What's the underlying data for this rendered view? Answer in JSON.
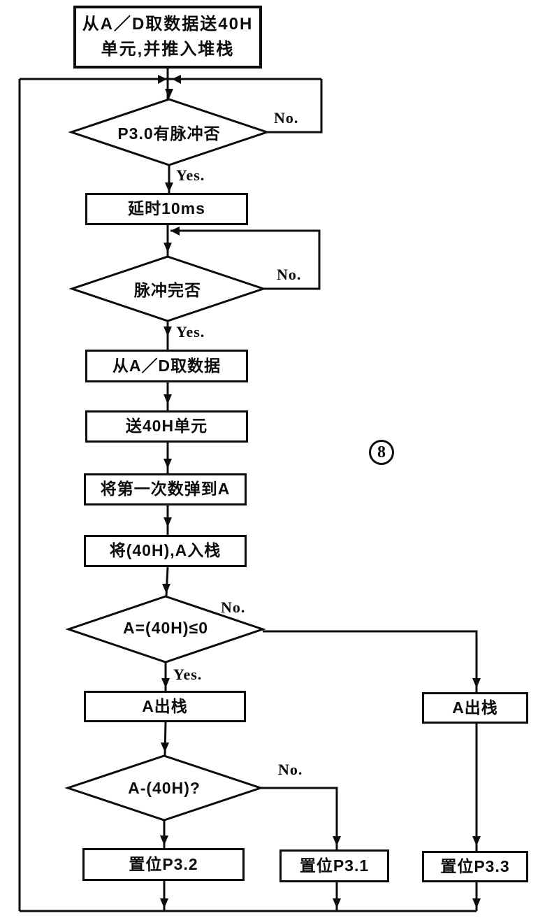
{
  "figure": {
    "badge": "8"
  },
  "branch_labels": {
    "yes": "Yes.",
    "no": "No."
  },
  "nodes": {
    "start": {
      "line1": "从A／D取数据送40H",
      "line2": "单元,并推入堆栈"
    },
    "d1": {
      "label": "P3.0有脉冲否"
    },
    "delay": {
      "label": "延时10ms"
    },
    "d2": {
      "label": "脉冲完否"
    },
    "read_ad": {
      "label": "从A／D取数据"
    },
    "store_40h": {
      "label": "送40H单元"
    },
    "pop_first": {
      "label": "将第一次数弹到A"
    },
    "push_40h_a": {
      "label": "将(40H),A入栈"
    },
    "d3": {
      "label": "A=(40H)≤0"
    },
    "pop_a_left": {
      "label": "A出栈"
    },
    "pop_a_right": {
      "label": "A出栈"
    },
    "d4": {
      "label": "A-(40H)?"
    },
    "set_p32": {
      "label": "置位P3.2"
    },
    "set_p31": {
      "label": "置位P3.1"
    },
    "set_p33": {
      "label": "置位P3.3"
    }
  }
}
